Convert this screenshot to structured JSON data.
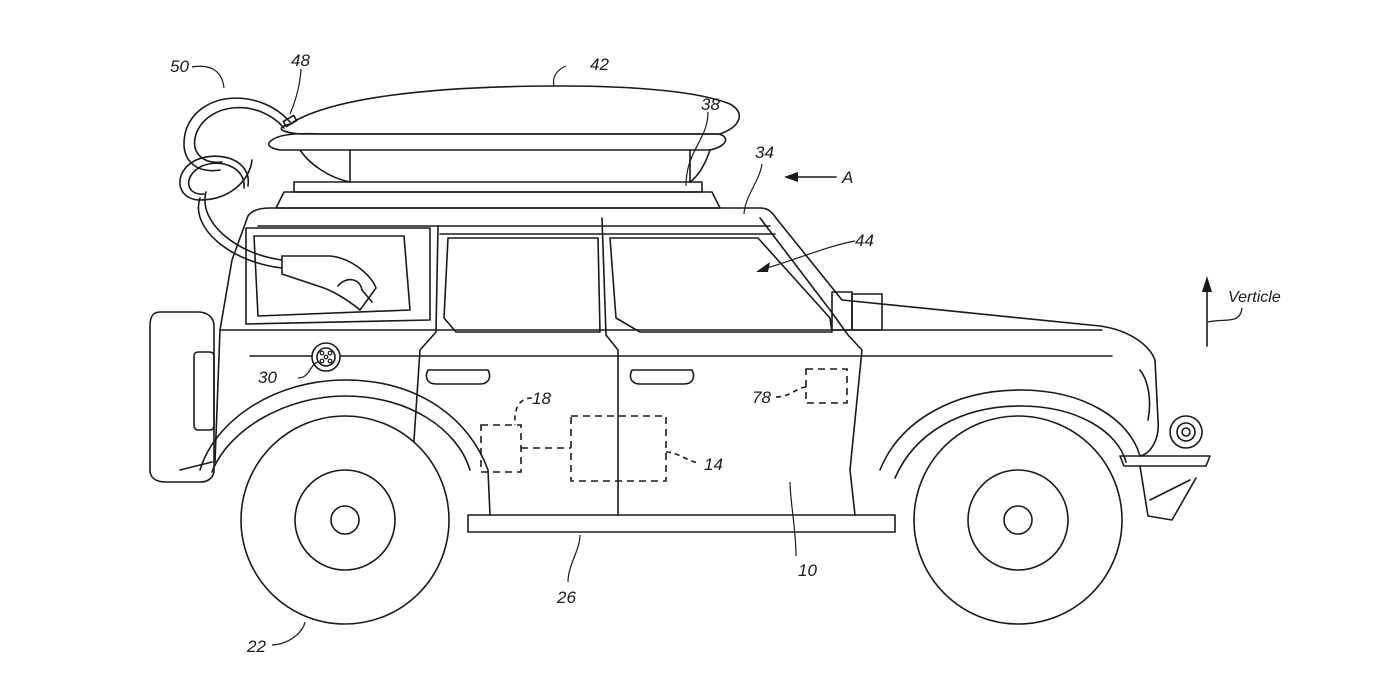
{
  "figure": {
    "type": "patent-drawing",
    "subject": "vehicle side elevation with roof cargo box charger",
    "reference_labels": [
      {
        "id": "50",
        "text": "50",
        "refers_to": "charging cable"
      },
      {
        "id": "48",
        "text": "48",
        "refers_to": "cable outlet on cargo box"
      },
      {
        "id": "42",
        "text": "42",
        "refers_to": "roof cargo box"
      },
      {
        "id": "38",
        "text": "38",
        "refers_to": "roof rack"
      },
      {
        "id": "34",
        "text": "34",
        "refers_to": "vehicle roof"
      },
      {
        "id": "44",
        "text": "44",
        "refers_to": "window"
      },
      {
        "id": "30",
        "text": "30",
        "refers_to": "charge port"
      },
      {
        "id": "18",
        "text": "18",
        "refers_to": "control module"
      },
      {
        "id": "14",
        "text": "14",
        "refers_to": "traction battery"
      },
      {
        "id": "78",
        "text": "78",
        "refers_to": "sensor module"
      },
      {
        "id": "10",
        "text": "10",
        "refers_to": "vehicle"
      },
      {
        "id": "26",
        "text": "26",
        "refers_to": "rocker panel"
      },
      {
        "id": "22",
        "text": "22",
        "refers_to": "wheel"
      }
    ],
    "view_arrow": {
      "label": "A"
    },
    "direction_indicator": {
      "label": "Verticle"
    }
  }
}
